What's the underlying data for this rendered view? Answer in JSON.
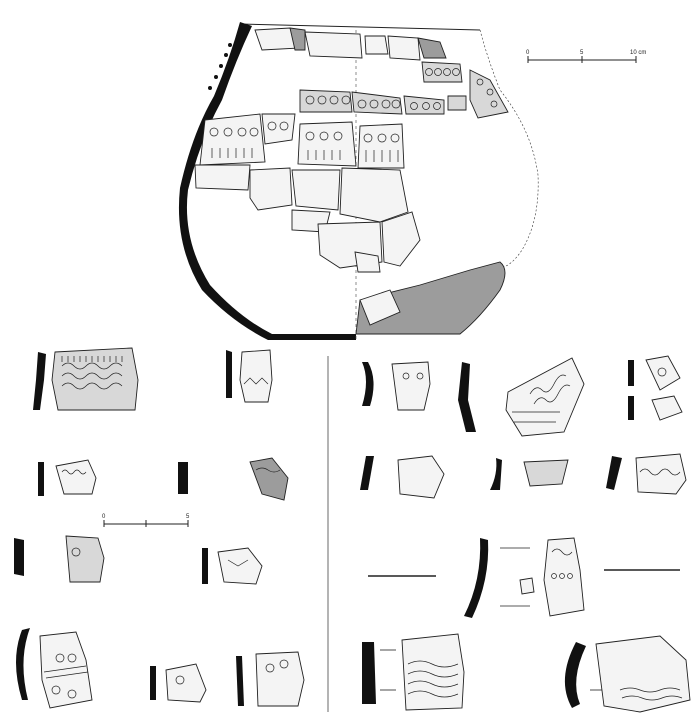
{
  "plate": {
    "scale_bar_main": {
      "labels": [
        "0",
        "5",
        "10 cm"
      ]
    },
    "scale_bar_small": {
      "labels": [
        "0",
        "",
        "5"
      ]
    }
  },
  "colors": {
    "ink": "#111111",
    "shade": "#9c9c9c",
    "paper": "#ffffff"
  }
}
